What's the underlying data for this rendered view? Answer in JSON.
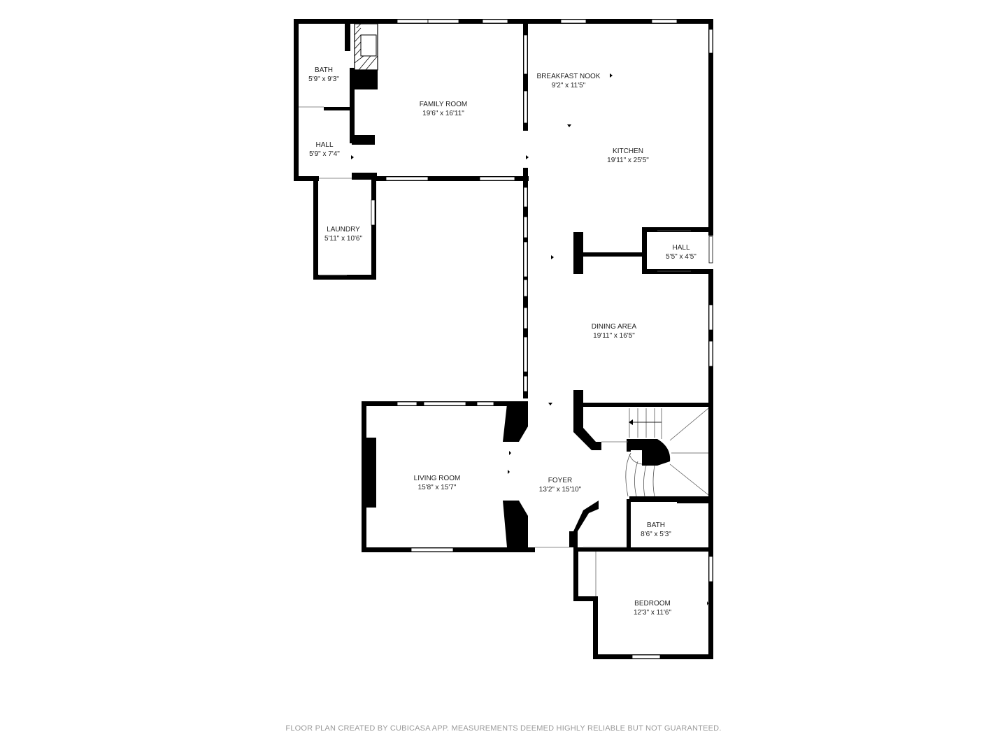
{
  "rooms": {
    "bath_upper": {
      "name": "BATH",
      "dims": "5'9\" x 9'3\""
    },
    "family_room": {
      "name": "FAMILY ROOM",
      "dims": "19'6\" x 16'11\""
    },
    "breakfast_nook": {
      "name": "BREAKFAST NOOK",
      "dims": "9'2\" x 11'5\""
    },
    "hall_upper": {
      "name": "HALL",
      "dims": "5'9\" x 7'4\""
    },
    "kitchen": {
      "name": "KITCHEN",
      "dims": "19'11\" x 25'5\""
    },
    "laundry": {
      "name": "LAUNDRY",
      "dims": "5'11\" x 10'6\""
    },
    "hall_right": {
      "name": "HALL",
      "dims": "5'5\" x 4'5\""
    },
    "dining_area": {
      "name": "DINING AREA",
      "dims": "19'11\" x 16'5\""
    },
    "living_room": {
      "name": "LIVING ROOM",
      "dims": "15'8\" x 15'7\""
    },
    "foyer": {
      "name": "FOYER",
      "dims": "13'2\" x 15'10\""
    },
    "bath_lower": {
      "name": "BATH",
      "dims": "8'6\" x 5'3\""
    },
    "bedroom": {
      "name": "BEDROOM",
      "dims": "12'3\" x 11'6\""
    }
  },
  "footer": "FLOOR PLAN CREATED BY CUBICASA APP. MEASUREMENTS DEEMED HIGHLY RELIABLE BUT NOT GUARANTEED.",
  "colors": {
    "wall": "#000000",
    "background": "#ffffff",
    "footer_text": "#9a9a9a"
  }
}
